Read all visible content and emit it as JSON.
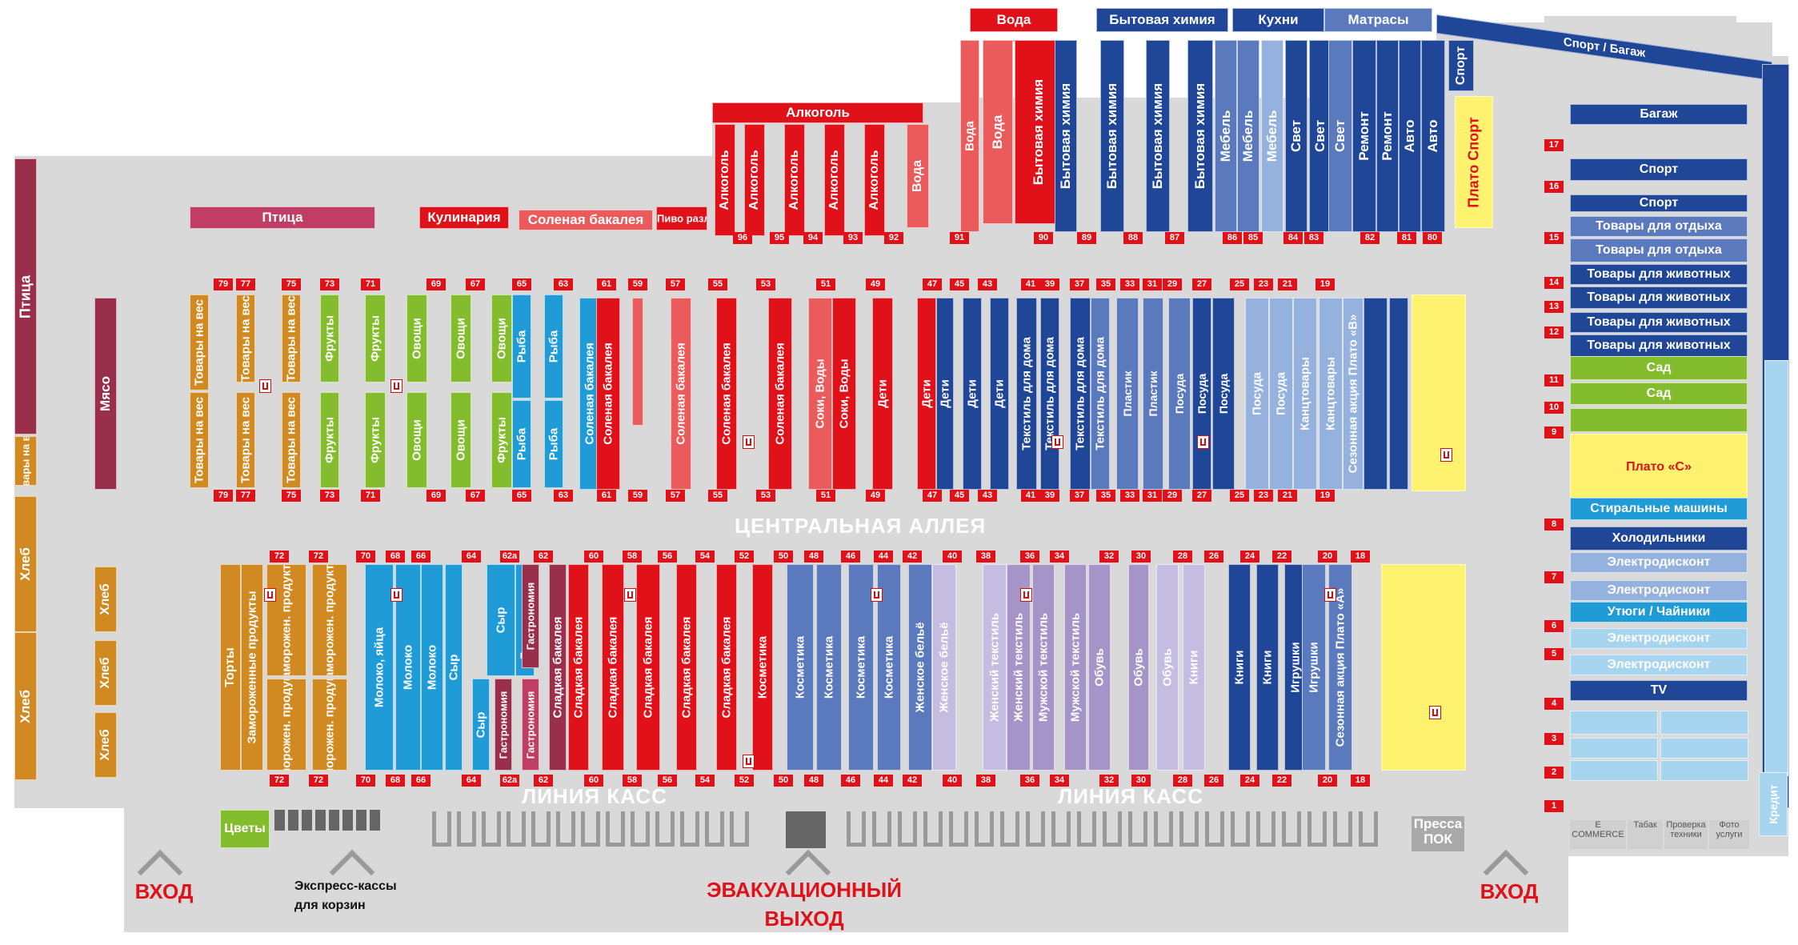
{
  "colors": {
    "red": "#e1111a",
    "light_red": "#ec5b5b",
    "navy": "#1f4697",
    "mid_blue": "#5b79bd",
    "light_blue": "#95b2df",
    "sky": "#1f9bd8",
    "light_sky": "#a7d5f0",
    "orange": "#d08a21",
    "green": "#83bd2d",
    "maroon": "#9a2f4c",
    "pink": "#c03e65",
    "lavender": "#a494c8",
    "light_lavender": "#c6bbe0",
    "yellow": "#fff26e",
    "gray_floor": "#d9d9d9"
  },
  "labels": {
    "central_aisle": "ЦЕНТРАЛЬНАЯ АЛЛЕЯ",
    "checkout_line": "ЛИНИЯ КАСС",
    "entrance": "ВХОД",
    "emergency_exit_1": "ЭВАКУАЦИОННЫЙ",
    "emergency_exit_2": "ВЫХОД",
    "express_1": "Экспресс-кассы",
    "express_2": "для корзин",
    "flowers": "Цветы",
    "press_1": "Пресса",
    "press_2": "ПОК",
    "ecommerce_1": "E",
    "ecommerce_2": "COMMERCE",
    "tobacco": "Табак",
    "check_1": "Проверка",
    "check_2": "техники",
    "photo_1": "Фото",
    "photo_2": "услуги",
    "credit": "Кредит"
  },
  "top_headers": [
    "Вода",
    "Бытовая химия",
    "Кухни",
    "Матрасы",
    "Спорт / Багаж",
    "Алкоголь",
    "Птица",
    "Кулинария",
    "Соленая бакалея",
    "Пиво разлив."
  ],
  "back_aisles": [
    "Вода",
    "Вода",
    "Бытовая химия",
    "Бытовая химия",
    "Бытовая химия",
    "Бытовая химия",
    "Бытовая химия",
    "Мебель",
    "Мебель",
    "Мебель",
    "Свет",
    "Свет",
    "Свет",
    "Ремонт",
    "Ремонт",
    "Авто",
    "Авто",
    "Спорт",
    "Плато Спорт",
    "Алкоголь",
    "Алкоголь",
    "Алкоголь",
    "Алкоголь",
    "Алкоголь",
    "Вода"
  ],
  "back_numbers": [
    "96",
    "95",
    "94",
    "93",
    "92",
    "91",
    "90",
    "89",
    "88",
    "87",
    "86",
    "85",
    "84",
    "83",
    "82",
    "81",
    "80"
  ],
  "left_wall": [
    "Птица",
    "Товары на вес",
    "Хлеб",
    "Хлеб",
    "Мясо",
    "Хлеб",
    "Хлеб",
    "Хлеб"
  ],
  "upper_block": {
    "numbers": [
      "79",
      "77",
      "75",
      "73",
      "71",
      "69",
      "67",
      "65",
      "63",
      "61",
      "59",
      "57",
      "55",
      "53",
      "51",
      "49",
      "47",
      "45",
      "43",
      "41",
      "39",
      "37",
      "35",
      "33",
      "31",
      "29",
      "27",
      "25",
      "23",
      "21",
      "19"
    ],
    "top_row": [
      "Товары на вес",
      "Товары на вес",
      "Товары на вес",
      "Фрукты",
      "Фрукты",
      "Овощи",
      "Овощи",
      "Овощи",
      "Рыба",
      "Рыба",
      "Соленая бакалея",
      "Соленая бакалея",
      "Соленая бакалея",
      "Соленая бакалея",
      "Соленая бакалея",
      "Соки, Воды",
      "Соки, Воды",
      "Дети",
      "Дети",
      "Дети",
      "Дети",
      "Дети",
      "Текстиль для дома",
      "Текстиль для дома",
      "Текстиль для дома",
      "Текстиль для дома",
      "Пластик",
      "Пластик",
      "Посуда",
      "Посуда",
      "Посуда",
      "Посуда",
      "Посуда",
      "Канцтовары",
      "Канцтовары",
      "Сезонная акция Плато «B»"
    ],
    "bottom_row": [
      "Товары на вес",
      "Товары на вес",
      "Товары на вес",
      "Фрукты",
      "Фрукты",
      "Овощи",
      "Овощи",
      "Фрукты",
      "Рыба",
      "Рыба"
    ]
  },
  "lower_block": {
    "numbers": [
      "72",
      "72",
      "70",
      "68",
      "66",
      "64",
      "62a",
      "62",
      "60",
      "58",
      "56",
      "54",
      "52",
      "50",
      "48",
      "46",
      "44",
      "42",
      "40",
      "38",
      "36",
      "34",
      "32",
      "30",
      "28",
      "26",
      "24",
      "22",
      "20",
      "18"
    ],
    "labels": [
      "Торты",
      "Замороженные продукты",
      "Заморожен. продукты",
      "Заморожен. продукты",
      "Заморожен. продукты",
      "Заморожен. продукты",
      "Молоко, яйца",
      "Молоко",
      "Молоко",
      "Сыр",
      "Сыр",
      "Сыр",
      "Гастрономия",
      "Гастрономия",
      "Гастрономия",
      "Гастрономия",
      "Сладкая бакалея",
      "Сладкая бакалея",
      "Сладкая бакалея",
      "Сладкая бакалея",
      "Сладкая бакалея",
      "Сладкая бакалея",
      "Косметика",
      "Косметика",
      "Косметика",
      "Косметика",
      "Косметика",
      "Женское бельё",
      "Женское бельё",
      "Женский текстиль",
      "Женский текстиль",
      "Мужской текстиль",
      "Мужской текстиль",
      "Обувь",
      "Обувь",
      "Обувь",
      "Книги",
      "Книги",
      "Книги",
      "Игрушки",
      "Игрушки",
      "Сезонная акция Плато «A»"
    ]
  },
  "right_wing": {
    "numbers": [
      "17",
      "16",
      "15",
      "14",
      "13",
      "12",
      "11",
      "10",
      "9",
      "8",
      "7",
      "6",
      "5",
      "4",
      "3",
      "2",
      "1"
    ],
    "labels": [
      "Багаж",
      "Спорт",
      "Спорт",
      "Товары для отдыха",
      "Товары для отдыха",
      "Товары для животных",
      "Товары для животных",
      "Товары для животных",
      "Товары для животных",
      "Сад",
      "Сад",
      "Плато «С»",
      "Стиральные машины",
      "Холодильники",
      "Электродисконт",
      "Электродисконт",
      "Утюги / Чайники",
      "Электродисконт",
      "Электродисконт",
      "TV"
    ]
  }
}
